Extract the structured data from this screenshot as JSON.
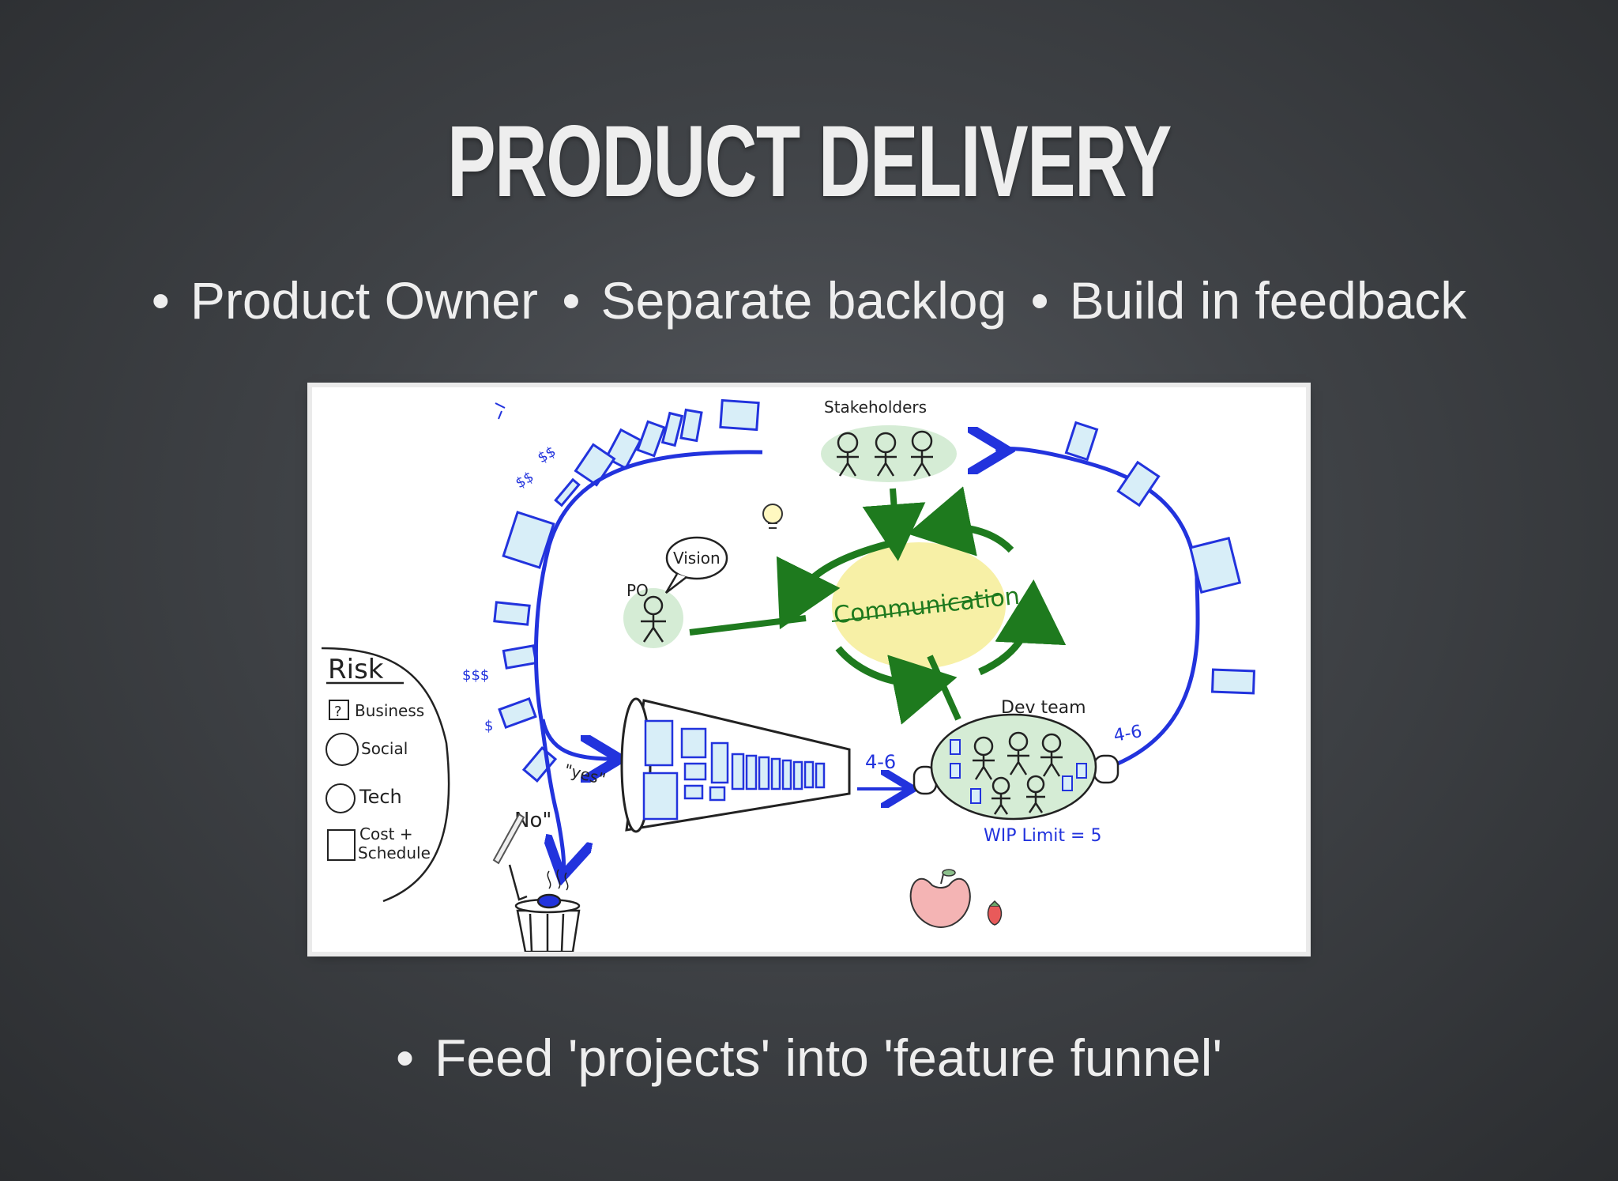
{
  "slide": {
    "title": "PRODUCT DELIVERY",
    "top_bullets": [
      "Product Owner",
      "Separate backlog",
      "Build in feedback"
    ],
    "bottom_bullet": "Feed 'projects' into 'feature funnel'"
  },
  "diagram": {
    "stakeholders": "Stakeholders",
    "vision": "Vision",
    "po": "PO",
    "communication": "Communication",
    "dev_team": "Dev team",
    "risk": "Risk",
    "risk_items": [
      "Business",
      "Social",
      "Tech",
      "Cost +",
      "Schedule"
    ],
    "yes": "\"yes\"",
    "no": "No\"",
    "throughput_in": "4-6",
    "throughput_out": "4-6",
    "wip_limit": "WIP Limit = 5",
    "money": [
      "$$",
      "$$",
      "$$$",
      "$"
    ],
    "colors": {
      "blue": "#2233dd",
      "green": "#1e7a1e",
      "light_green": "#d5ecd5",
      "light_blue": "#d8eef8",
      "yellow": "#f7f0a6",
      "ink": "#222222"
    }
  }
}
